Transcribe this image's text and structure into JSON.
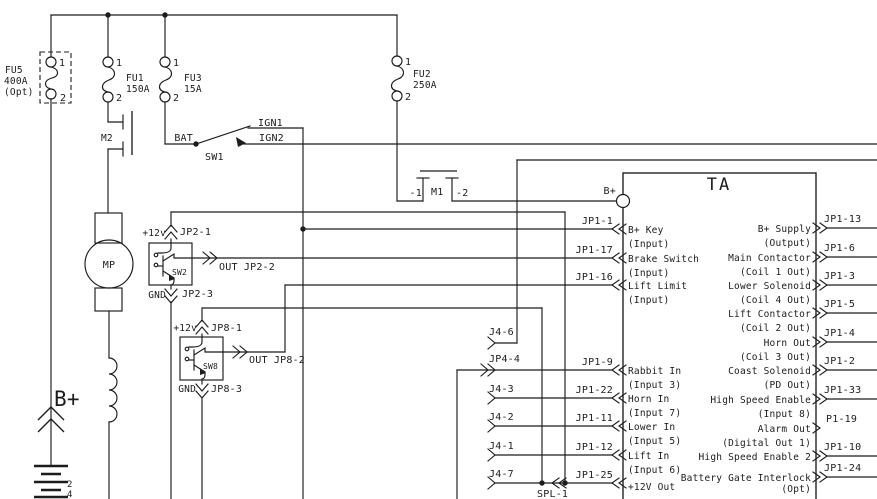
{
  "diagram": {
    "colors": {
      "ink": "#1c1c1c",
      "background": "#ffffff"
    },
    "controller": {
      "title": "TA",
      "bplus_node": "B+"
    },
    "fuses": [
      {
        "ref": "FU5",
        "rating": "400A",
        "note": "(Opt)",
        "t1": "1",
        "t2": "2"
      },
      {
        "ref": "FU1",
        "rating": "150A",
        "t1": "1",
        "t2": "2"
      },
      {
        "ref": "FU3",
        "rating": "15A",
        "t1": "1",
        "t2": "2"
      },
      {
        "ref": "FU2",
        "rating": "250A",
        "t1": "1",
        "t2": "2"
      }
    ],
    "contactor_m2": {
      "ref": "M2"
    },
    "contactor_m1": {
      "ref": "M1",
      "t_left": "-1",
      "t_right": "-2"
    },
    "key_switch": {
      "ref": "SW1",
      "common": "BAT",
      "pos1": "IGN1",
      "pos2": "IGN2"
    },
    "motor": {
      "ref": "MP"
    },
    "battery": {
      "terminal": "B+",
      "digit_top": "2",
      "digit_bottom": "4"
    },
    "sw2": {
      "ref": "SW2",
      "supply": "+12v",
      "supply_pin": "JP2-1",
      "out": "OUT JP2-2",
      "gnd": "GND",
      "gnd_pin": "JP2-3"
    },
    "sw8": {
      "ref": "SW8",
      "supply": "+12v",
      "supply_pin": "JP8-1",
      "out": "OUT JP8-2",
      "gnd": "GND",
      "gnd_pin": "JP8-3"
    },
    "splice": {
      "label": "SPL-1"
    },
    "j4_pins": [
      {
        "label": "J4-6"
      },
      {
        "label": "JP4-4"
      },
      {
        "label": "J4-3"
      },
      {
        "label": "J4-2"
      },
      {
        "label": "J4-1"
      },
      {
        "label": "J4-7"
      }
    ],
    "ta_left_pins": [
      {
        "pin": "JP1-1",
        "name": "B+ Key",
        "sub": "(Input)"
      },
      {
        "pin": "JP1-17",
        "name": "Brake Switch",
        "sub": "(Input)"
      },
      {
        "pin": "JP1-16",
        "name": "Lift Limit",
        "sub": "(Input)"
      },
      {
        "pin": "JP1-9",
        "name": "Rabbit In",
        "sub": "(Input 3)"
      },
      {
        "pin": "JP1-22",
        "name": "Horn In",
        "sub": "(Input 7)"
      },
      {
        "pin": "JP1-11",
        "name": "Lower In",
        "sub": "(Input 5)"
      },
      {
        "pin": "JP1-12",
        "name": "Lift In",
        "sub": "(Input 6)"
      },
      {
        "pin": "JP1-25",
        "name": "+12V Out",
        "sub": ""
      }
    ],
    "ta_right_pins": [
      {
        "pin": "JP1-13",
        "name": "B+ Supply",
        "sub": "(Output)"
      },
      {
        "pin": "JP1-6",
        "name": "Main Contactor",
        "sub": "(Coil 1 Out)"
      },
      {
        "pin": "JP1-3",
        "name": "Lower Solenoid",
        "sub": "(Coil 4 Out)"
      },
      {
        "pin": "JP1-5",
        "name": "Lift Contactor",
        "sub": "(Coil 2 Out)"
      },
      {
        "pin": "JP1-4",
        "name": "Horn Out",
        "sub": "(Coil 3 Out)"
      },
      {
        "pin": "JP1-2",
        "name": "Coast Solenoid",
        "sub": "(PD Out)"
      },
      {
        "pin": "JP1-33",
        "name": "High Speed Enable",
        "sub": "(Input 8)"
      },
      {
        "pin": "P1-19",
        "name": "Alarm Out",
        "sub": "(Digital Out 1)"
      },
      {
        "pin": "JP1-10",
        "name": "High Speed Enable 2",
        "sub": ""
      },
      {
        "pin": "JP1-24",
        "name": "Battery Gate Interlock",
        "sub": "(Opt)"
      }
    ]
  }
}
